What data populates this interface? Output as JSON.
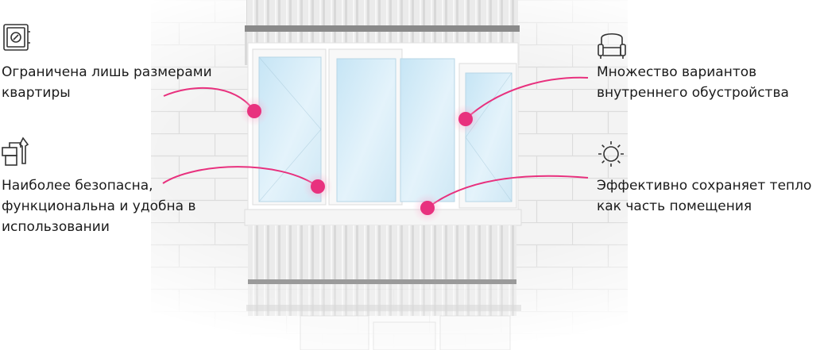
{
  "features": [
    {
      "id": "size",
      "icon": "safe-icon",
      "lines": [
        "Ограничена лишь размерами",
        "квартиры"
      ]
    },
    {
      "id": "safety",
      "icon": "tools-icon",
      "lines": [
        "Наиболее безопасна,",
        "функциональна и удобна в",
        "использовании"
      ]
    },
    {
      "id": "interior",
      "icon": "armchair-icon",
      "lines": [
        "Множество вариантов",
        "внутреннего обустройства"
      ]
    },
    {
      "id": "warmth",
      "icon": "sun-icon",
      "lines": [
        "Эффективно сохраняет тепло",
        "как часть помещения"
      ]
    }
  ],
  "colors": {
    "accent": "#e8317e",
    "accent_glow": "#f7b5d2",
    "glass": "#d4ecf7",
    "frame": "#ffffff",
    "wall": "#eeeeee",
    "panel": "#e6e6e6"
  }
}
